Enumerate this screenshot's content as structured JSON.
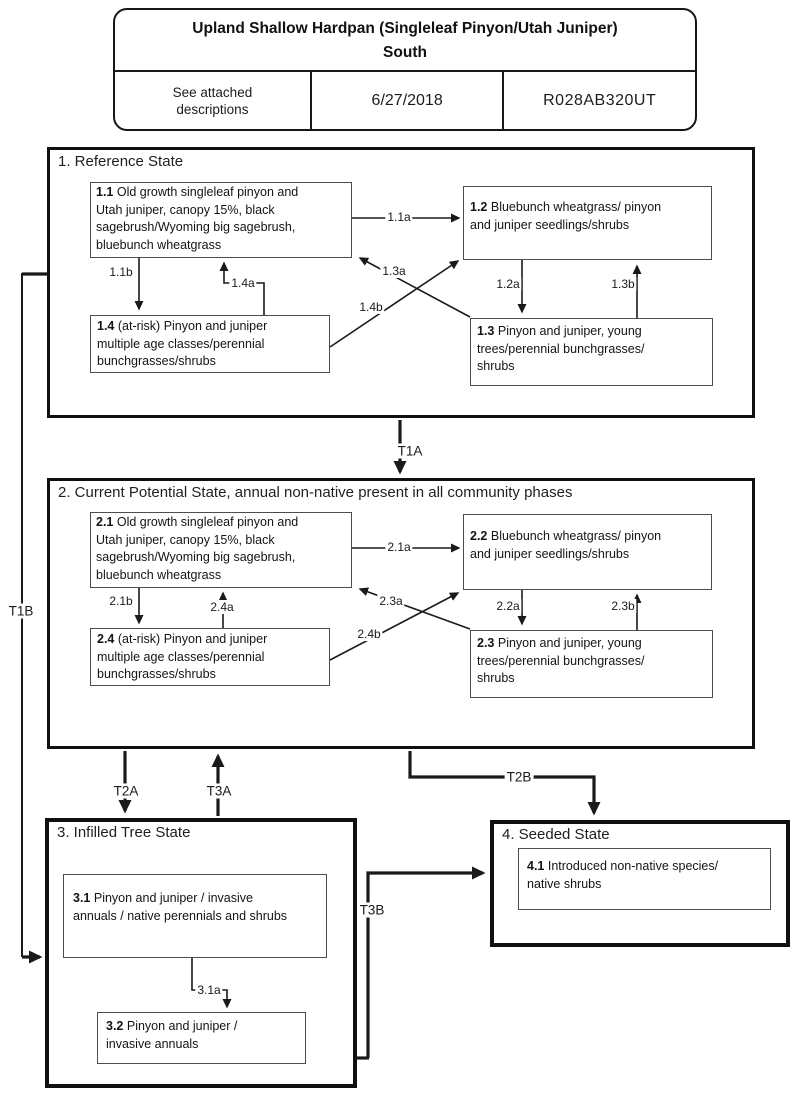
{
  "header": {
    "title_line1": "Upland Shallow Hardpan (Singleleaf Pinyon/Utah Juniper)",
    "title_line2": "South",
    "description_cell": "See attached descriptions",
    "date": "6/27/2018",
    "site_code": "R028AB320UT"
  },
  "states": {
    "s1": {
      "title": "1. Reference State"
    },
    "s2": {
      "title": "2. Current Potential State, annual non-native present in all community phases"
    },
    "s3": {
      "title": "3. Infilled Tree State"
    },
    "s4": {
      "title": "4. Seeded State"
    }
  },
  "phases": {
    "p11": {
      "num": "1.1",
      "text": " Old growth singleleaf pinyon and\nUtah juniper, canopy 15%, black\nsagebrush/Wyoming big sagebrush,\nbluebunch wheatgrass"
    },
    "p12": {
      "num": "1.2",
      "text": " Bluebunch wheatgrass/ pinyon\nand juniper seedlings/shrubs"
    },
    "p13": {
      "num": "1.3",
      "text": " Pinyon and juniper, young\ntrees/perennial bunchgrasses/\nshrubs"
    },
    "p14": {
      "num": "1.4",
      "text": " (at-risk) Pinyon and juniper\nmultiple age classes/perennial\nbunchgrasses/shrubs"
    },
    "p21": {
      "num": "2.1",
      "text": " Old growth singleleaf pinyon and\nUtah juniper, canopy 15%, black\nsagebrush/Wyoming big sagebrush,\nbluebunch wheatgrass"
    },
    "p22": {
      "num": "2.2",
      "text": " Bluebunch wheatgrass/ pinyon\nand juniper seedlings/shrubs"
    },
    "p23": {
      "num": "2.3",
      "text": " Pinyon and juniper, young\ntrees/perennial bunchgrasses/\nshrubs"
    },
    "p24": {
      "num": "2.4",
      "text": " (at-risk) Pinyon and juniper\nmultiple age classes/perennial\nbunchgrasses/shrubs"
    },
    "p31": {
      "num": "3.1",
      "text": " Pinyon and juniper / invasive\nannuals / native perennials and shrubs"
    },
    "p32": {
      "num": "3.2",
      "text": " Pinyon and juniper /\ninvasive annuals"
    },
    "p41": {
      "num": "4.1",
      "text": " Introduced non-native species/\nnative shrubs"
    }
  },
  "pathways": {
    "p11a": "1.1a",
    "p11b": "1.1b",
    "p12a": "1.2a",
    "p13a": "1.3a",
    "p13b": "1.3b",
    "p14a": "1.4a",
    "p14b": "1.4b",
    "p21a": "2.1a",
    "p21b": "2.1b",
    "p22a": "2.2a",
    "p23a": "2.3a",
    "p23b": "2.3b",
    "p24a": "2.4a",
    "p24b": "2.4b",
    "p31a": "3.1a"
  },
  "transitions": {
    "t1a": "T1A",
    "t1b": "T1B",
    "t2a": "T2A",
    "t2b": "T2B",
    "t3a": "T3A",
    "t3b": "T3B"
  },
  "colors": {
    "line": "#1a1a1a",
    "state_border": "#101010",
    "phase_border": "#4d4d4d",
    "background": "#ffffff"
  }
}
